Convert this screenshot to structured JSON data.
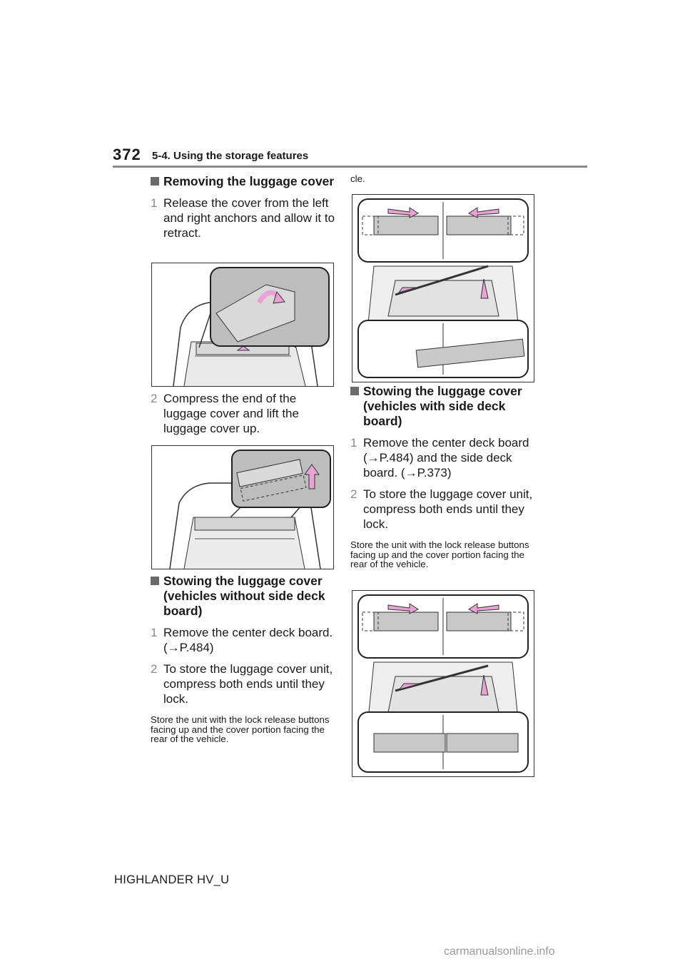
{
  "header": {
    "page_number": "372",
    "section_title": "5-4. Using the storage features"
  },
  "left": {
    "remove_heading": "Removing the luggage cover",
    "remove_step1_num": "1",
    "remove_step1_text": "Release the cover from the left and right anchors and allow it to retract.",
    "remove_step2_num": "2",
    "remove_step2_text": "Compress the end of the luggage cover and lift the luggage cover up.",
    "stow_heading": "Stowing the luggage cover (vehicles without side deck board)",
    "stow_step1_num": "1",
    "stow_step1_text": "Remove the center deck board. (→P.484)",
    "stow_step2_num": "2",
    "stow_step2_text": "To store the luggage cover unit, compress both ends until they lock.",
    "stow_note": "Store the unit with the lock release buttons facing up and the cover portion facing the rear of the vehicle."
  },
  "right": {
    "note_cont": "cle.",
    "stow_heading": "Stowing the luggage cover (vehicles with side deck board)",
    "stow_step1_num": "1",
    "stow_step1_text": "Remove the center deck board (→P.484) and the side deck board. (→P.373)",
    "stow_step2_num": "2",
    "stow_step2_text": "To store the luggage cover unit, compress both ends until they lock.",
    "stow_note": "Store the unit with the lock release buttons facing up and the cover portion facing the rear of the vehicle."
  },
  "footer": {
    "model": "HIGHLANDER HV_U"
  },
  "watermark": "carmanualsonline.info",
  "colors": {
    "arrow_pink": "#e8a3d4",
    "cover_gray": "#cfcfcf",
    "rule_gray": "#8a8a8a"
  }
}
